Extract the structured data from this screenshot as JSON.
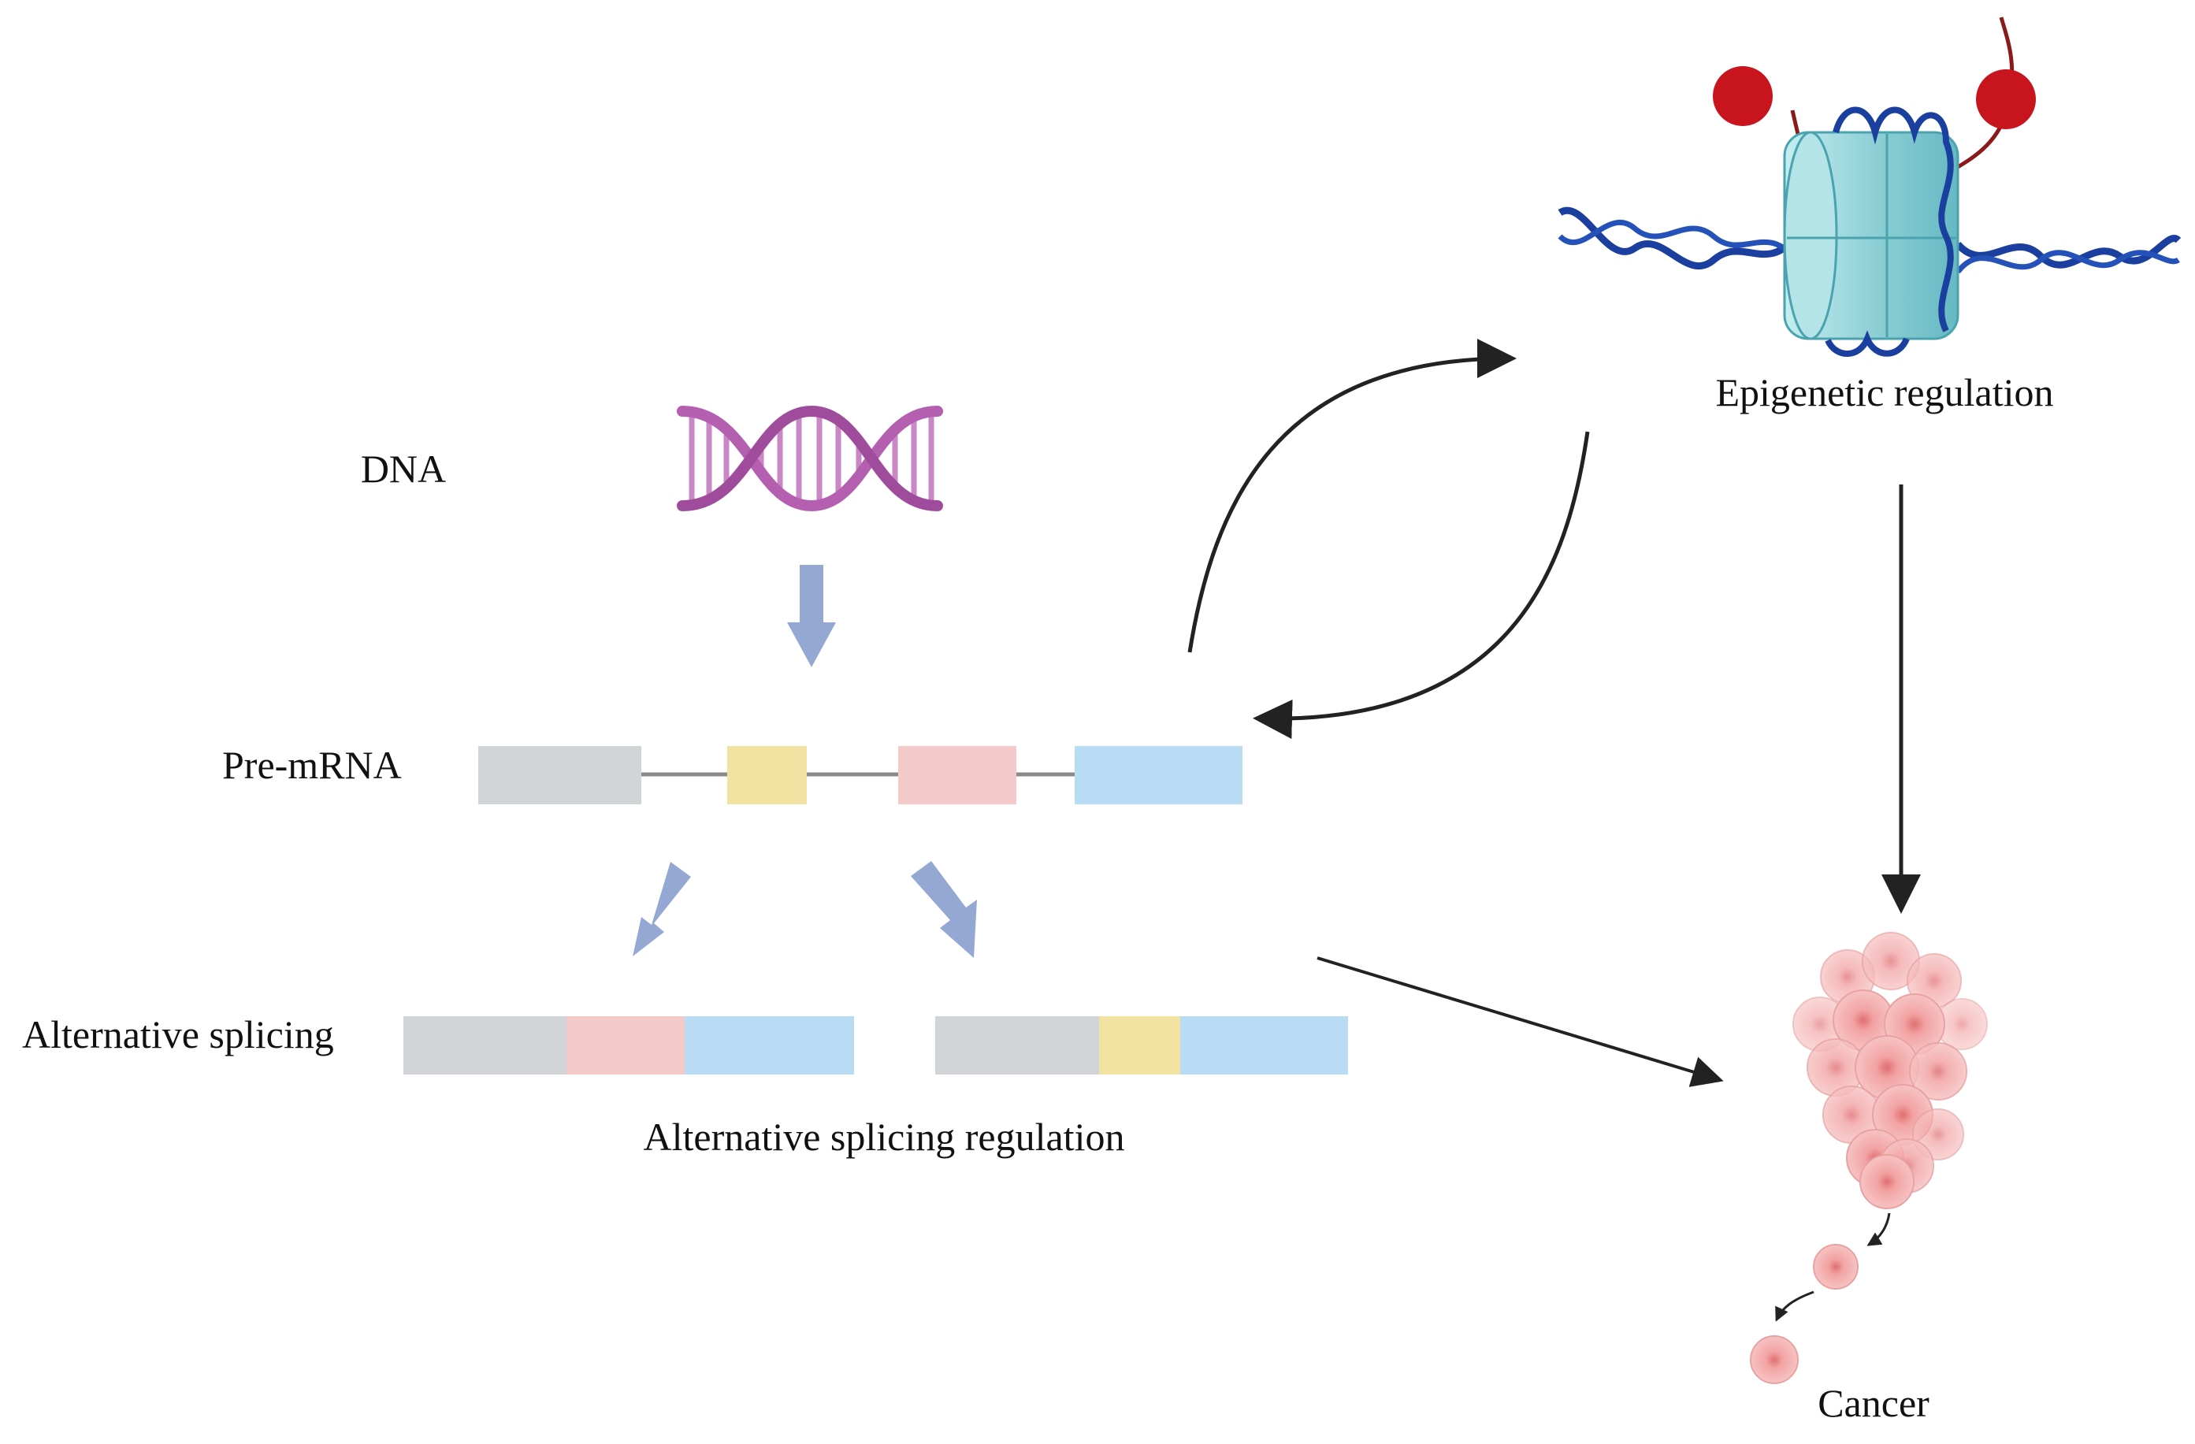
{
  "labels": {
    "dna": "DNA",
    "pre_mrna": "Pre-mRNA",
    "alt_splicing": "Alternative splicing",
    "alt_splicing_regulation": "Alternative splicing regulation",
    "epigenetic_regulation": "Epigenetic regulation",
    "cancer": "Cancer"
  },
  "colors": {
    "exon_gray": "#d2d5d8",
    "exon_yellow": "#f3e3a2",
    "exon_pink": "#f4c9c9",
    "exon_blue": "#b9dbf3",
    "intron_line": "#8a8a8a",
    "flow_arrow": "#95a8d3",
    "dna_helix": "#b55fb1",
    "chromatin_dna": "#1b3f9e",
    "histone": "#8fd0d6",
    "histone_mark": "#c8141c",
    "cancer_cell": "#ef9d9d",
    "connector": "#222222"
  },
  "icons": [
    "dna-helix-icon",
    "nucleosome-icon",
    "cancer-cells-icon"
  ]
}
